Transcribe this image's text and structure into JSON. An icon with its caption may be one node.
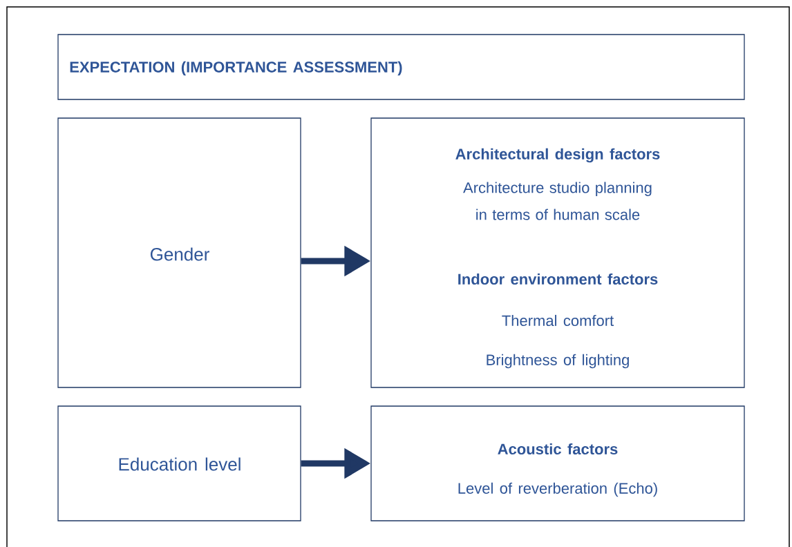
{
  "diagram": {
    "nodes": [
      {
        "text": [
          "EXPECTATION (IMPORTANCE ASSESSMENT)"
        ]
      },
      {
        "text": [
          "Gender"
        ]
      },
      {
        "text": [
          "Architectural design factors",
          "Architecture studio planning in terms of human scale",
          "Indoor environment factors",
          "Thermal comfort",
          "Brightness of lighting"
        ]
      },
      {
        "text": [
          "Education level"
        ]
      },
      {
        "text": [
          "Acoustic factors",
          "Level of reverberation (Echo)"
        ]
      }
    ],
    "edges": [
      {
        "from": 1,
        "to": 2,
        "arrow": "to"
      },
      {
        "from": 3,
        "to": 4,
        "arrow": "to"
      }
    ]
  }
}
